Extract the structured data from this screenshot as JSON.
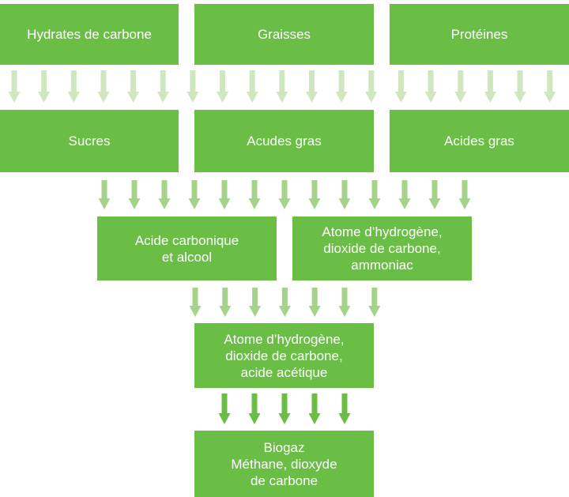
{
  "level1": {
    "carbs": "Hydrates de carbone",
    "fats": "Graisses",
    "proteins": "Protéines"
  },
  "level2": {
    "sugars": "Sucres",
    "fatty_acids_1": "Acudes gras",
    "fatty_acids_2": "Acides gras"
  },
  "level3": {
    "carbonic": "Acide carbonique\net alcool",
    "hydrogen": "Atome d’hydrogène,\ndioxide de carbone,\nammoniac"
  },
  "level4": {
    "acetic": "Atome d’hydrogène,\ndioxide de carbone,\nacide acétique"
  },
  "level5": {
    "biogas": "Biogaz\nMéthane, dioxyde\nde carbone"
  },
  "colors": {
    "box": "#6abd45",
    "arrow_light": "#cfe7bf",
    "arrow_mid": "#a6d38a",
    "arrow_dark": "#6abd45",
    "text": "#ffffff"
  }
}
